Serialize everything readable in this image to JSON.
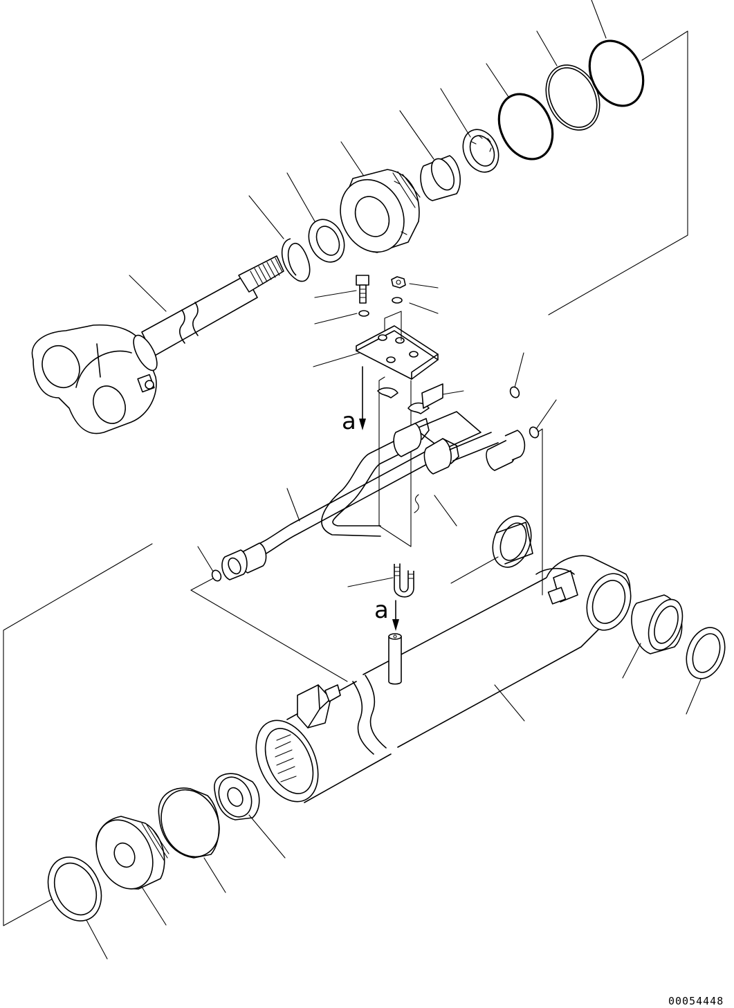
{
  "figure": {
    "figure_number": "00054448",
    "view_marker": "a",
    "subject": "hydraulic-cylinder-exploded-view"
  },
  "parts": [
    {
      "name": "rod-assembly"
    },
    {
      "name": "snap-ring"
    },
    {
      "name": "rod-seal"
    },
    {
      "name": "cylinder-head"
    },
    {
      "name": "bushing"
    },
    {
      "name": "buffer-ring"
    },
    {
      "name": "o-ring"
    },
    {
      "name": "backup-ring"
    },
    {
      "name": "o-ring-large"
    },
    {
      "name": "bolt"
    },
    {
      "name": "nut"
    },
    {
      "name": "washer"
    },
    {
      "name": "pipe-plate"
    },
    {
      "name": "clamp"
    },
    {
      "name": "hydraulic-tube"
    },
    {
      "name": "hose"
    },
    {
      "name": "u-bolt"
    },
    {
      "name": "cylinder-tube"
    },
    {
      "name": "piston-nut"
    },
    {
      "name": "piston"
    },
    {
      "name": "wear-ring"
    },
    {
      "name": "piston-ring"
    },
    {
      "name": "bottom-bushing"
    },
    {
      "name": "dust-seal"
    }
  ]
}
